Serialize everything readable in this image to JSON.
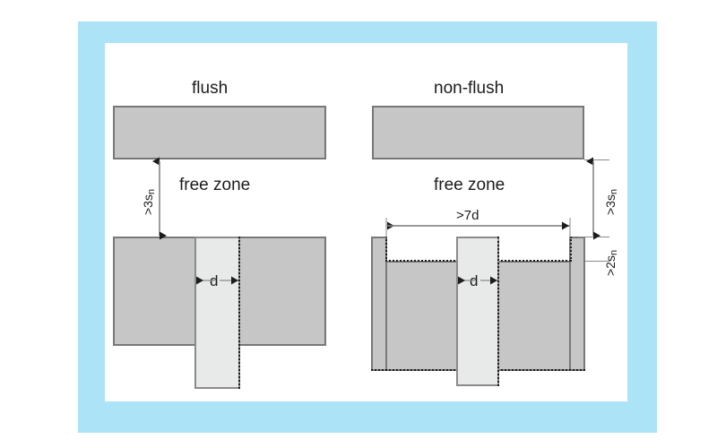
{
  "figure": {
    "title_left": "flush",
    "title_right": "non-flush",
    "free_zone_label": "free zone",
    "colors": {
      "frame": "#ade3f7",
      "background": "#ffffff",
      "block_fill": "#c6c6c6",
      "block_stroke": "#787878",
      "column_fill": "#e8eaea",
      "column_stroke": "#8a8a8a",
      "text": "#1c1c1c",
      "dimension_line": "#8a8a8a"
    }
  },
  "left_diagram": {
    "caption": "flush",
    "free_zone": "free zone",
    "vertical_dimension": {
      "prefix": ">3s",
      "subscript": "n"
    },
    "diameter_label": "d"
  },
  "right_diagram": {
    "caption": "non-flush",
    "free_zone": "free zone",
    "width_dimension": ">7d",
    "vertical_dimension": {
      "prefix": ">3s",
      "subscript": "n"
    },
    "recess_dimension": {
      "prefix": ">2s",
      "subscript": "n"
    },
    "diameter_label": "d"
  }
}
